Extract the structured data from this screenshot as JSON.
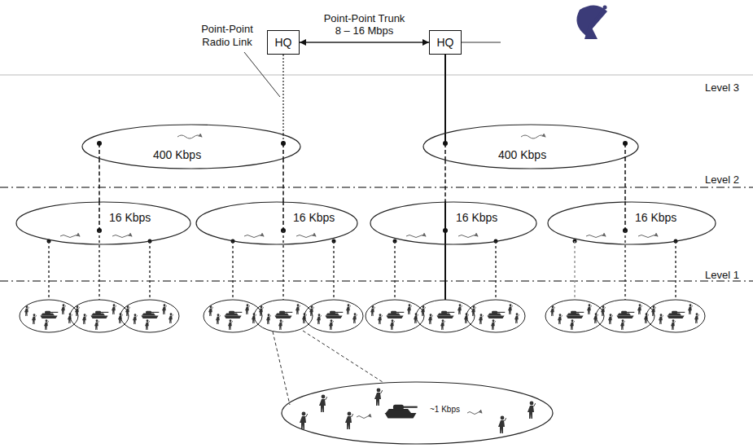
{
  "diagram": {
    "nodes": [
      {
        "text": [
          "HQ"
        ]
      },
      {
        "text": [
          "HQ"
        ]
      },
      {
        "text": [
          "400 Kbps"
        ]
      },
      {
        "text": [
          "400 Kbps"
        ]
      },
      {
        "text": [
          "16 Kbps"
        ]
      },
      {
        "text": [
          "16 Kbps"
        ]
      },
      {
        "text": [
          "16 Kbps"
        ]
      },
      {
        "text": [
          "16 Kbps"
        ]
      },
      {
        "text": [
          "~1 Kbps"
        ]
      }
    ],
    "edges": [
      {
        "from": 0,
        "to": 1,
        "arrow": "both",
        "label": "Point-Point Trunk 8 – 16 Mbps"
      },
      {
        "from": 0,
        "to": 2,
        "arrow": "none"
      },
      {
        "from": 1,
        "to": 3,
        "arrow": "none"
      },
      {
        "from": 2,
        "to": 4,
        "arrow": "none"
      },
      {
        "from": 2,
        "to": 5,
        "arrow": "none"
      },
      {
        "from": 3,
        "to": 6,
        "arrow": "none"
      },
      {
        "from": 3,
        "to": 7,
        "arrow": "none"
      }
    ],
    "labels": [
      "Point-Point Radio Link",
      "Level 3",
      "Level 2",
      "Level 1"
    ]
  }
}
